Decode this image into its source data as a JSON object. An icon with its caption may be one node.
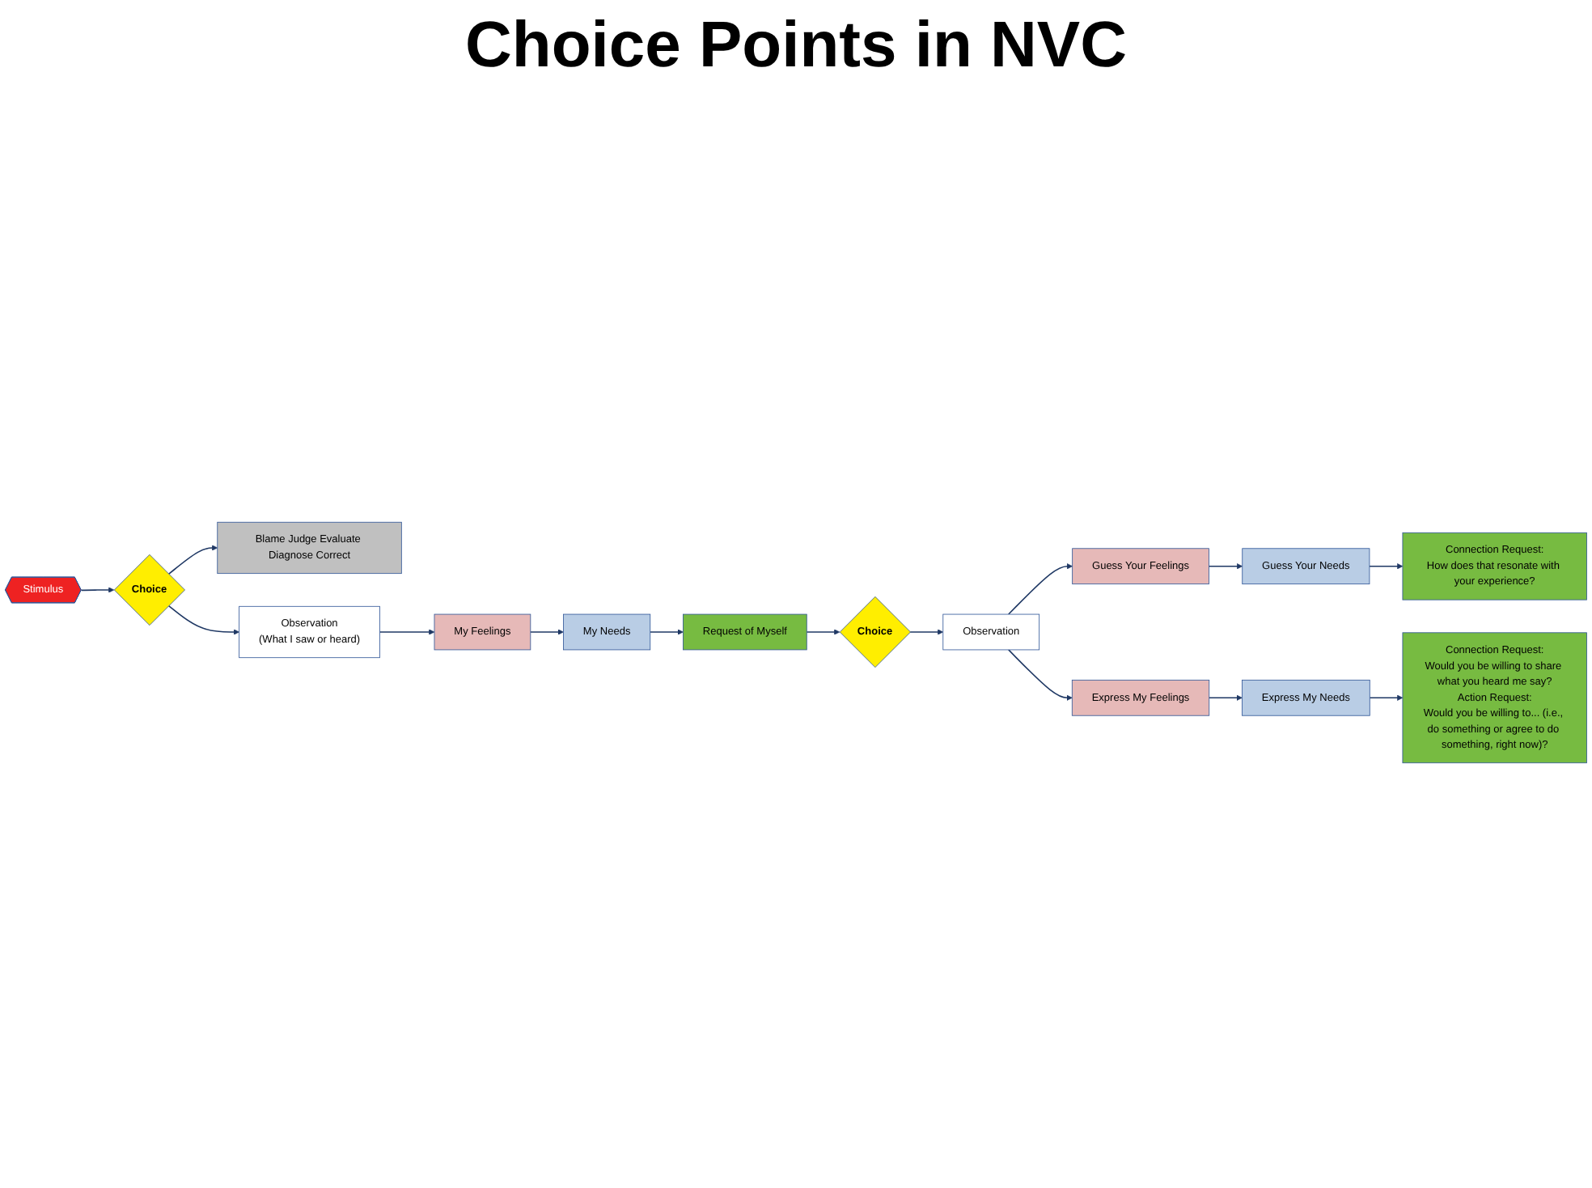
{
  "diagram": {
    "title": "Choice Points in NVC",
    "nodes": [
      {
        "text": [
          "Stimulus"
        ]
      },
      {
        "text": [
          "Choice"
        ]
      },
      {
        "text": [
          "Blame Judge Evaluate Diagnose Correct"
        ]
      },
      {
        "text": [
          "Observation",
          "(What I saw or heard)"
        ]
      },
      {
        "text": [
          "My Feelings"
        ]
      },
      {
        "text": [
          "My Needs"
        ]
      },
      {
        "text": [
          "Request of Myself"
        ]
      },
      {
        "text": [
          "Choice"
        ]
      },
      {
        "text": [
          "Observation"
        ]
      },
      {
        "text": [
          "Guess Your Feelings"
        ]
      },
      {
        "text": [
          "Guess Your Needs"
        ]
      },
      {
        "text": [
          "Connection Request:",
          "How does that resonate with your experience?"
        ]
      },
      {
        "text": [
          "Express My Feelings"
        ]
      },
      {
        "text": [
          "Express My Needs"
        ]
      },
      {
        "text": [
          "Connection Request:",
          "Would you be willing to share what you heard me say?",
          "Action Request:",
          "Would you be willing to... (i.e., do something or agree to do something, right now)?"
        ]
      }
    ],
    "edges": [
      {
        "from": 0,
        "to": 1,
        "arrow": "to"
      },
      {
        "from": 1,
        "to": 2,
        "arrow": "to"
      },
      {
        "from": 1,
        "to": 3,
        "arrow": "to"
      },
      {
        "from": 3,
        "to": 4,
        "arrow": "to"
      },
      {
        "from": 4,
        "to": 5,
        "arrow": "to"
      },
      {
        "from": 5,
        "to": 6,
        "arrow": "to"
      },
      {
        "from": 6,
        "to": 7,
        "arrow": "to"
      },
      {
        "from": 7,
        "to": 8,
        "arrow": "to"
      },
      {
        "from": 8,
        "to": 9,
        "arrow": "to"
      },
      {
        "from": 9,
        "to": 10,
        "arrow": "to"
      },
      {
        "from": 10,
        "to": 11,
        "arrow": "to"
      },
      {
        "from": 8,
        "to": 12,
        "arrow": "to"
      },
      {
        "from": 12,
        "to": 13,
        "arrow": "to"
      },
      {
        "from": 13,
        "to": 14,
        "arrow": "to"
      }
    ]
  }
}
